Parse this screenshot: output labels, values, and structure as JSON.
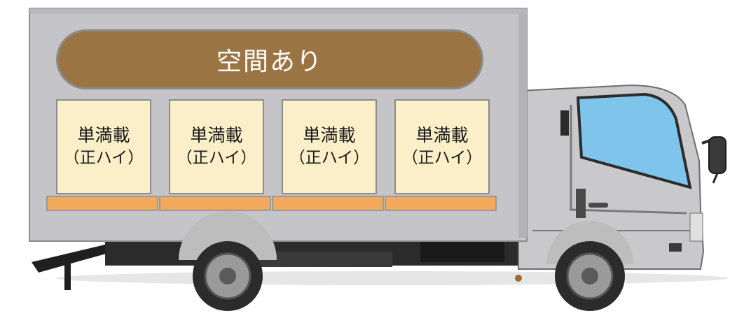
{
  "banner": {
    "label": "空間あり"
  },
  "cargo_boxes": [
    {
      "line1": "単満載",
      "line2": "（正ハイ）"
    },
    {
      "line1": "単満載",
      "line2": "（正ハイ）"
    },
    {
      "line1": "単満載",
      "line2": "（正ハイ）"
    },
    {
      "line1": "単満載",
      "line2": "（正ハイ）"
    }
  ],
  "colors": {
    "cargo_body": "#c5c5c9",
    "banner": "#9b7443",
    "box_fill": "#fbefc9",
    "pallet": "#f1a95b",
    "cab": "#c9c9cb",
    "window": "#7fc4ea"
  }
}
